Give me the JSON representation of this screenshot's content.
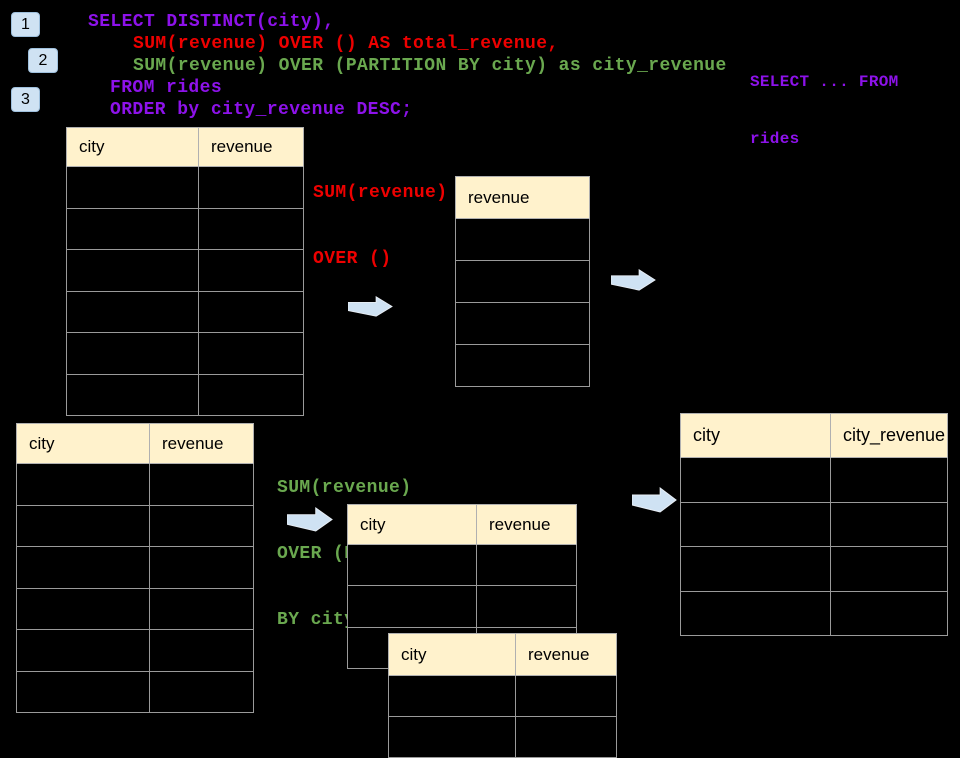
{
  "colors": {
    "background": "#000000",
    "sql_purple": "#8d12ea",
    "sql_red": "#ee0000",
    "sql_green": "#6aa84f",
    "badge_bg": "#cfe2f3",
    "arrow_fill": "#cfe2f3",
    "table_header_bg": "#fff2cc",
    "table_border": "#9a9a9a"
  },
  "badges": {
    "step1": "1",
    "step2": "2",
    "step3": "3"
  },
  "sql_code": {
    "line1": "SELECT DISTINCT(city),",
    "line2": "SUM(revenue) OVER () AS total_revenue,",
    "line3": "SUM(revenue) OVER (PARTITION BY city) as city_revenue",
    "line4": "FROM rides",
    "line5": "ORDER by city_revenue DESC;"
  },
  "side_note": {
    "line1": "SELECT ... FROM",
    "line2": "rides"
  },
  "annotation_total": {
    "line1": "SUM(revenue)",
    "line2": "OVER ()"
  },
  "annotation_partition": {
    "line1": "SUM(revenue)",
    "line2": "OVER (PARTITION",
    "line3": "BY city)"
  },
  "tables": {
    "source_top": {
      "col1": "city",
      "col2": "revenue"
    },
    "total_revenue_result": {
      "col1": "revenue"
    },
    "source_bottom": {
      "col1": "city",
      "col2": "revenue"
    },
    "partition_step": {
      "col1": "city",
      "col2": "revenue"
    },
    "partition_overlay": {
      "col1": "city",
      "col2": "revenue"
    },
    "final_result": {
      "col1": "city",
      "col2": "city_revenue"
    }
  }
}
